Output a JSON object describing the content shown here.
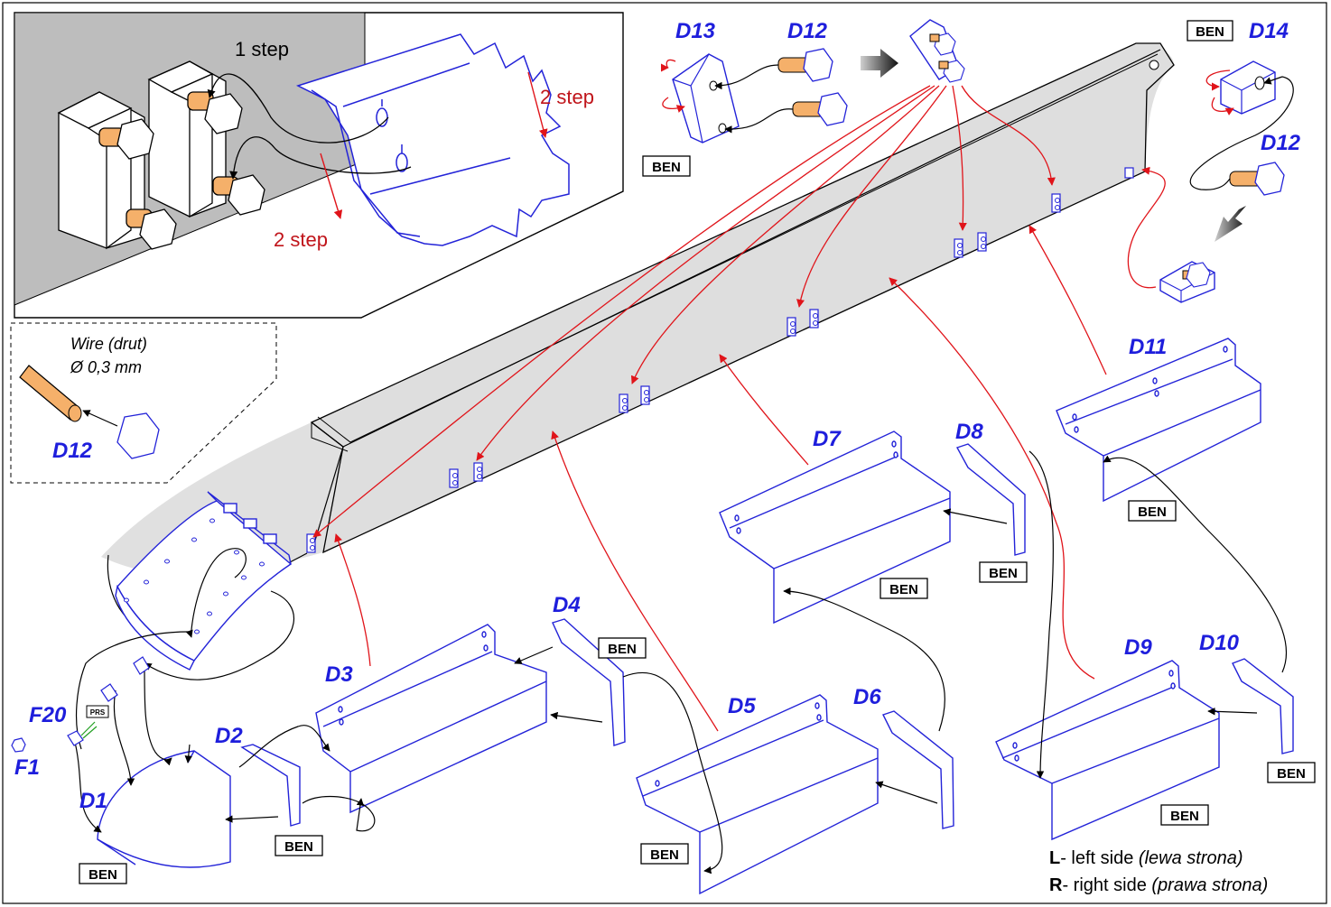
{
  "colors": {
    "part_blue": "#2323d8",
    "label_blue": "#1e1edc",
    "arrow_red": "#e0141a",
    "step_red": "#c0141a",
    "wood": "#f5b06a",
    "panel_gray": "#bdbdbd",
    "blade_gray": "#e0e0e0"
  },
  "inset": {
    "step1": "1 step",
    "step2_right": "2 step",
    "step2_left": "2 step"
  },
  "wire": {
    "title": "Wire (drut)",
    "size": "Ø 0,3 mm",
    "part": "D12"
  },
  "parts": {
    "d1": "D1",
    "d2": "D2",
    "d3": "D3",
    "d4": "D4",
    "d5": "D5",
    "d6": "D6",
    "d7": "D7",
    "d8": "D8",
    "d9": "D9",
    "d10": "D10",
    "d11": "D11",
    "d12_top": "D12",
    "d12_right": "D12",
    "d13": "D13",
    "d14": "D14",
    "f1": "F1",
    "f20": "F20",
    "prs": "PRS"
  },
  "ben": "BEN",
  "legend": {
    "l_key": "L",
    "l_text": "- left side ",
    "l_italic": "(lewa strona)",
    "r_key": "R",
    "r_text": "- right side ",
    "r_italic": "(prawa strona)"
  }
}
